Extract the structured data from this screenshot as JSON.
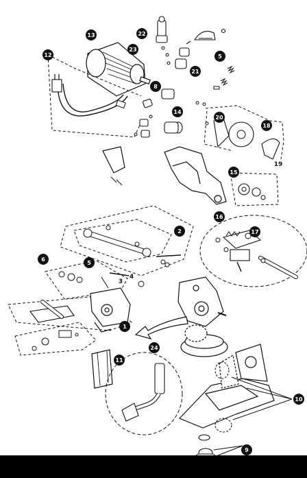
{
  "diagram": {
    "callouts": [
      {
        "id": "c13",
        "label": "13"
      },
      {
        "id": "c22",
        "label": "22"
      },
      {
        "id": "c23",
        "label": "23"
      },
      {
        "id": "c12",
        "label": "12"
      },
      {
        "id": "c21",
        "label": "21"
      },
      {
        "id": "c5a",
        "label": "5"
      },
      {
        "id": "c8",
        "label": "8"
      },
      {
        "id": "c14",
        "label": "14"
      },
      {
        "id": "c20",
        "label": "20"
      },
      {
        "id": "c18",
        "label": "18"
      },
      {
        "id": "c19",
        "label": "19"
      },
      {
        "id": "c15",
        "label": "15"
      },
      {
        "id": "c16",
        "label": "16"
      },
      {
        "id": "c17",
        "label": "17"
      },
      {
        "id": "c2",
        "label": "2"
      },
      {
        "id": "c6",
        "label": "6"
      },
      {
        "id": "c5b",
        "label": "5"
      },
      {
        "id": "c1",
        "label": "1"
      },
      {
        "id": "c11",
        "label": "11"
      },
      {
        "id": "c24",
        "label": "24"
      },
      {
        "id": "c10",
        "label": "10"
      },
      {
        "id": "c9",
        "label": "9"
      }
    ],
    "plain_labels": [
      {
        "id": "p4",
        "label": "4"
      },
      {
        "id": "p3",
        "label": "3"
      }
    ]
  }
}
